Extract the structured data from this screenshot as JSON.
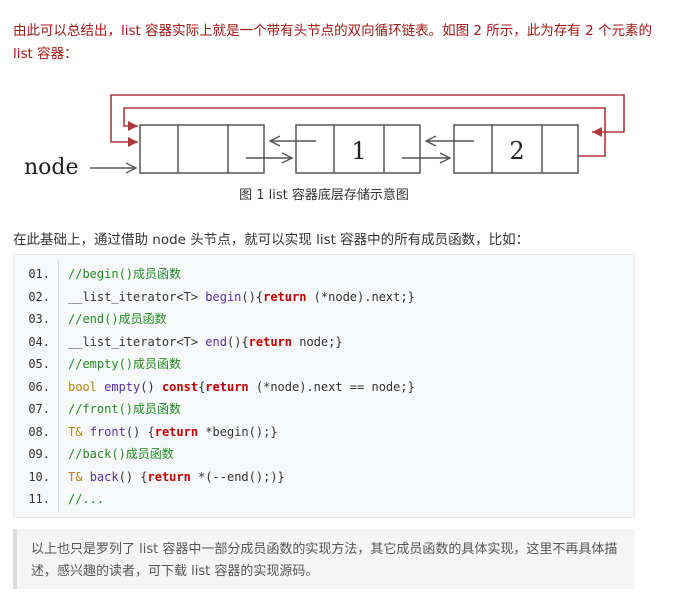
{
  "intro_text": "由此可以总结出，list 容器实际上就是一个带有头节点的双向循环链表。如图 2 所示，此为存有 2 个元素的 list 容器：",
  "figure": {
    "node_label": "node",
    "node_values": [
      "1",
      "2"
    ],
    "caption": "图 1 list 容器底层存储示意图",
    "colors": {
      "loop": "#b0393b",
      "box": "#4a4a4a"
    }
  },
  "lead_text": "在此基础上，通过借助 node 头节点，就可以实现 list 容器中的所有成员函数，比如：",
  "code_lines": [
    {
      "num": "01.",
      "parts": [
        {
          "t": "//begin()成员函数",
          "c": "comment"
        }
      ]
    },
    {
      "num": "02.",
      "parts": [
        {
          "t": "__list_iterator<T> ",
          "c": "plain"
        },
        {
          "t": "begin",
          "c": "fn"
        },
        {
          "t": "(){",
          "c": "plain"
        },
        {
          "t": "return",
          "c": "kw"
        },
        {
          "t": " (*node).next;}",
          "c": "plain"
        }
      ]
    },
    {
      "num": "03.",
      "parts": [
        {
          "t": "//end()成员函数",
          "c": "comment"
        }
      ]
    },
    {
      "num": "04.",
      "parts": [
        {
          "t": "__list_iterator<T> ",
          "c": "plain"
        },
        {
          "t": "end",
          "c": "fn"
        },
        {
          "t": "(){",
          "c": "plain"
        },
        {
          "t": "return",
          "c": "kw"
        },
        {
          "t": " node;}",
          "c": "plain"
        }
      ]
    },
    {
      "num": "05.",
      "parts": [
        {
          "t": "//empty()成员函数",
          "c": "comment"
        }
      ]
    },
    {
      "num": "06.",
      "parts": [
        {
          "t": "bool ",
          "c": "type"
        },
        {
          "t": "empty",
          "c": "fn"
        },
        {
          "t": "() ",
          "c": "plain"
        },
        {
          "t": "const",
          "c": "kw"
        },
        {
          "t": "{",
          "c": "plain"
        },
        {
          "t": "return",
          "c": "kw"
        },
        {
          "t": " (*node).next == node;}",
          "c": "plain"
        }
      ]
    },
    {
      "num": "07.",
      "parts": [
        {
          "t": "//front()成员函数",
          "c": "comment"
        }
      ]
    },
    {
      "num": "08.",
      "parts": [
        {
          "t": "T& ",
          "c": "type"
        },
        {
          "t": "front",
          "c": "fn"
        },
        {
          "t": "() {",
          "c": "plain"
        },
        {
          "t": "return",
          "c": "kw"
        },
        {
          "t": " *begin();}",
          "c": "plain"
        }
      ]
    },
    {
      "num": "09.",
      "parts": [
        {
          "t": "//back()成员函数",
          "c": "comment"
        }
      ]
    },
    {
      "num": "10.",
      "parts": [
        {
          "t": "T& ",
          "c": "type"
        },
        {
          "t": "back",
          "c": "fn"
        },
        {
          "t": "() {",
          "c": "plain"
        },
        {
          "t": "return",
          "c": "kw"
        },
        {
          "t": " *(--end();)}",
          "c": "plain"
        }
      ]
    },
    {
      "num": "11.",
      "parts": [
        {
          "t": "//...",
          "c": "comment"
        }
      ]
    }
  ],
  "note_text": "以上也只是罗列了 list 容器中一部分成员函数的实现方法，其它成员函数的具体实现，这里不再具体描述，感兴趣的读者，可下载 list 容器的实现源码。"
}
